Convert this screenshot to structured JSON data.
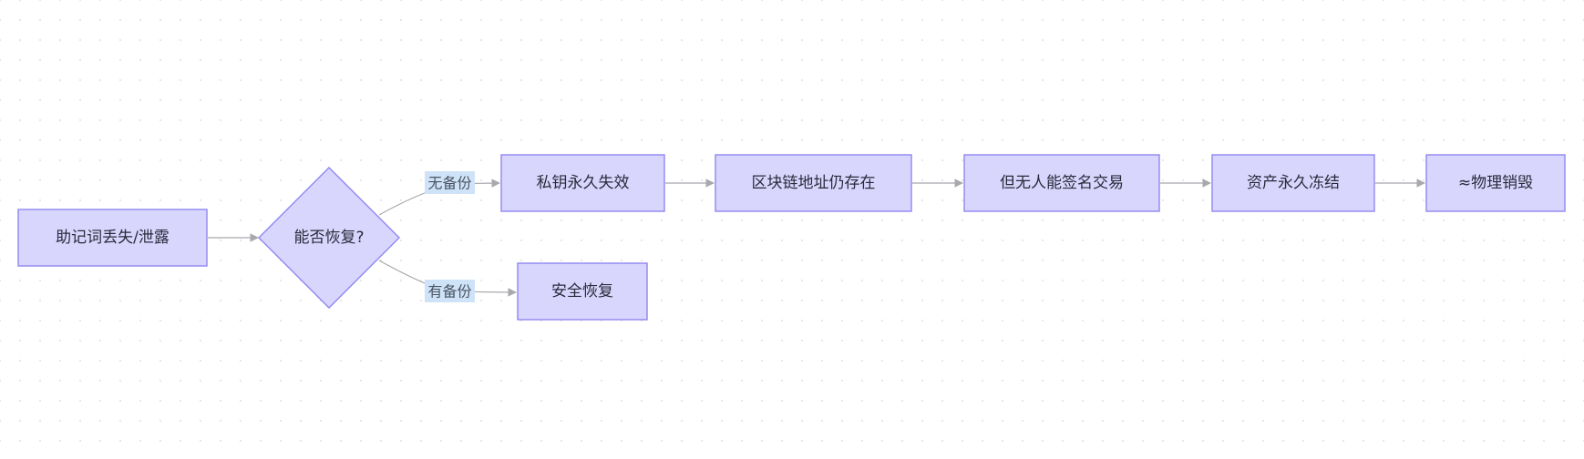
{
  "diagram": {
    "nodes": {
      "start": "助记词丢失/泄露",
      "decision": "能否恢复?",
      "invalid": "私钥永久失效",
      "address": "区块链地址仍存在",
      "nosign": "但无人能签名交易",
      "frozen": "资产永久冻结",
      "destroyed": "≈物理销毁",
      "recovered": "安全恢复"
    },
    "edge_labels": {
      "no_backup": "无备份",
      "has_backup": "有备份"
    },
    "colors": {
      "node_fill": "#d9d6fe",
      "node_stroke": "#8f86f0",
      "edge": "#a8a8ad",
      "edge_label_bg": "#cfe3f8"
    }
  }
}
